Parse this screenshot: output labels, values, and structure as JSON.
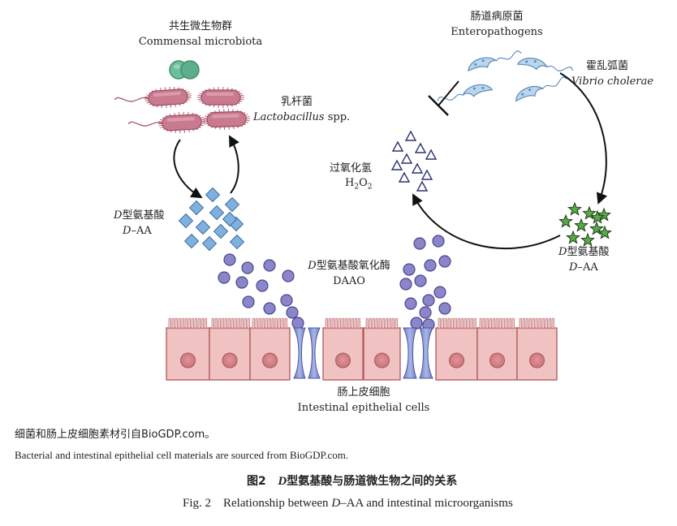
{
  "labels": {
    "commensal_cn": "共生微生物群",
    "commensal_en": "Commensal microbiota",
    "lacto_cn": "乳杆菌",
    "lacto_en_genus": "Lactobacillus",
    "lacto_en_suffix": " spp.",
    "entero_cn": "肠道病原菌",
    "entero_en": "Enteropathogens",
    "vibrio_cn": "霍乱弧菌",
    "vibrio_en": "Vibrio cholerae",
    "h2o2_cn": "过氧化氢",
    "h2o2_h": "H",
    "h2o2_2a": "2",
    "h2o2_o": "O",
    "h2o2_2b": "2",
    "daa_left_d": "D",
    "daa_left_cn": "型氨基酸",
    "daa_left_en_d": "D",
    "daa_left_en": "–AA",
    "daa_right_d": "D",
    "daa_right_cn": "型氨基酸",
    "daa_right_en_d": "D",
    "daa_right_en": "–AA",
    "daao_d": "D",
    "daao_cn": "型氨基酸氧化酶",
    "daao_en": "DAAO",
    "epi_cn": "肠上皮细胞",
    "epi_en": "Intestinal epithelial cells"
  },
  "caption": {
    "source_cn": "细菌和肠上皮细胞素材引自BioGDP.com。",
    "source_en": "Bacterial and intestinal epithelial cell materials are sourced from BioGDP.com.",
    "fig_cn_num": "图2",
    "fig_cn_d": "D",
    "fig_cn_rest": "型氨基酸与肠道微生物之间的关系",
    "fig_en_prefix": "Fig. 2    Relationship between ",
    "fig_en_d": "D",
    "fig_en_mid": "–AA",
    "fig_en_suffix": " and intestinal microorganisms"
  },
  "colors": {
    "lacto_body": "#c97a8e",
    "commensal_green": "#5daf8c",
    "vibrio_body": "#b9d6ee",
    "diamond": "#7fb0de",
    "circle": "#8b86c9",
    "star": "#5aa84a",
    "cell": "#f0c2c2",
    "nucleus": "#d8868a",
    "channel": "#8a9ad6"
  }
}
